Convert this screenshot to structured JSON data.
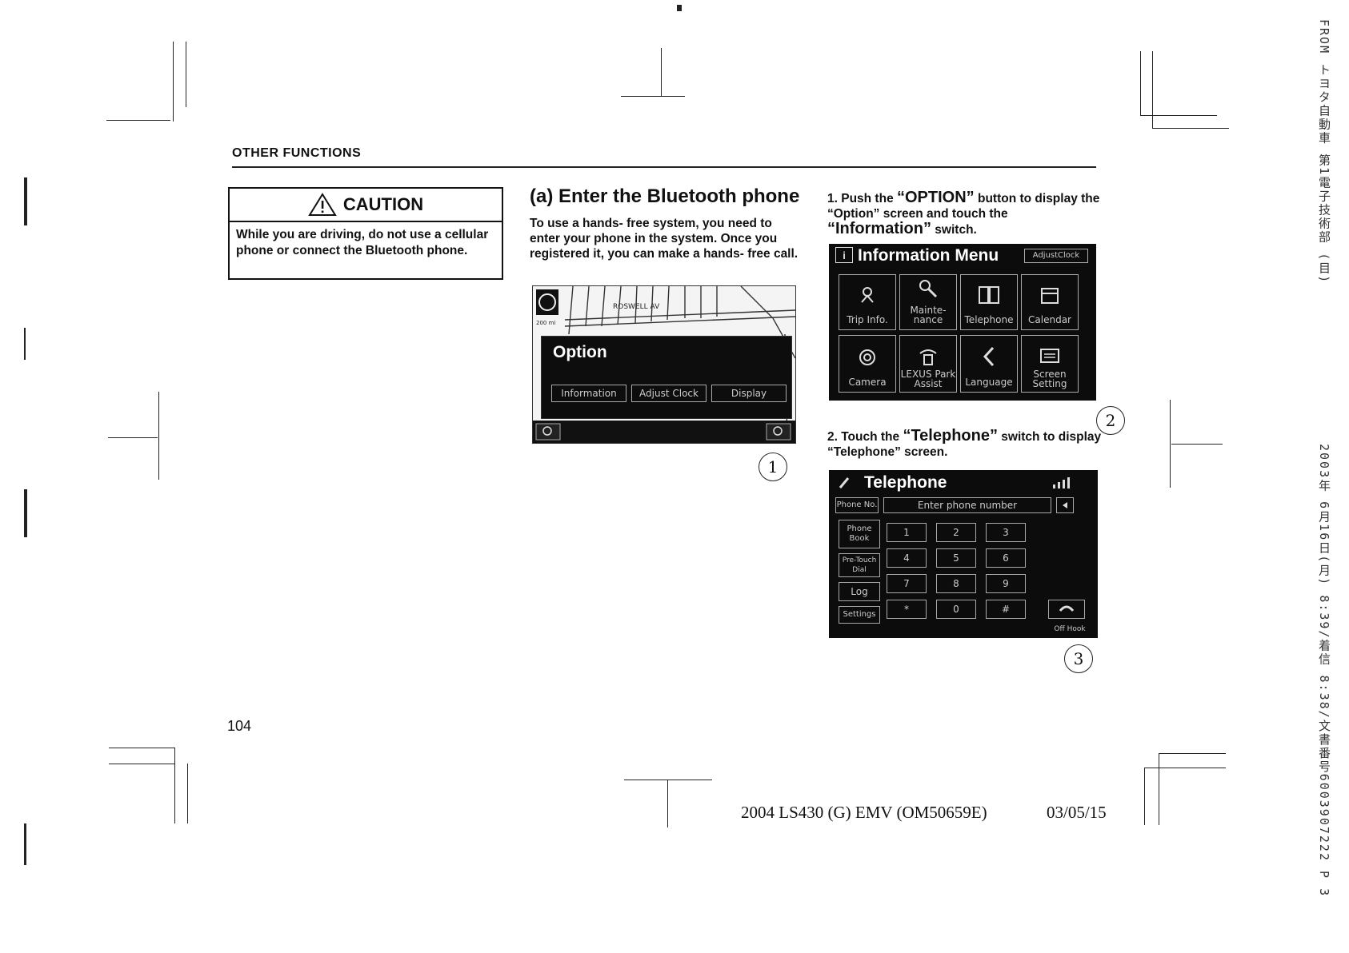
{
  "header": {
    "section": "OTHER FUNCTIONS"
  },
  "caution": {
    "title": "CAUTION",
    "icon": "warning-triangle-icon",
    "body": "While you are driving, do not use a cellular phone or connect the Bluetooth phone."
  },
  "middle": {
    "heading": "(a) Enter the Bluetooth phone",
    "intro": "To use a hands- free system, you need to enter your phone in the system. Once you registered it, you can make a hands- free call."
  },
  "map_screen": {
    "street": "ROSWELL AV",
    "scale": "200 mi",
    "option_title": "Option",
    "buttons": [
      "Information",
      "Adjust Clock",
      "Display"
    ],
    "callout": "1"
  },
  "step1": {
    "text_a": "1.  Push the ",
    "keyword1": "“OPTION”",
    "text_b": " button to display the “Option” screen and touch the ",
    "keyword2": "“Information”",
    "text_c": " switch."
  },
  "info_screen": {
    "title": "Information Menu",
    "adjust_button": "AdjustClock",
    "items": [
      {
        "label": "Trip Info."
      },
      {
        "label": "Mainte-nance"
      },
      {
        "label": "Telephone"
      },
      {
        "label": "Calendar"
      },
      {
        "label": "Camera"
      },
      {
        "label": "LEXUS Park Assist"
      },
      {
        "label": "Language"
      },
      {
        "label": "Screen Setting"
      }
    ],
    "callout": "2"
  },
  "step2": {
    "text_a": "2.  Touch the ",
    "keyword": "“Telephone”",
    "text_b": " switch to display “Telephone” screen."
  },
  "tel_screen": {
    "title": "Telephone",
    "phone_no_label": "Phone No.",
    "placeholder": "Enter phone number",
    "side_buttons": [
      "Phone Book",
      "Pre-Touch Dial",
      "Log",
      "Settings"
    ],
    "keys": [
      "1",
      "2",
      "3",
      "4",
      "5",
      "6",
      "7",
      "8",
      "9",
      "*",
      "0",
      "#"
    ],
    "bottom_tab": "Off Hook",
    "callout": "3"
  },
  "footer": {
    "page_number": "104",
    "reference": "2004 LS430 (G) EMV (OM50659E)",
    "date": "03/05/15"
  },
  "fax": {
    "header": "FROM トヨタ自動車 第1電子技術部 (目)",
    "timestamp": "2003年 6月16日(月) 8:39/着信 8:38/文書番号6003907222 P 3"
  }
}
